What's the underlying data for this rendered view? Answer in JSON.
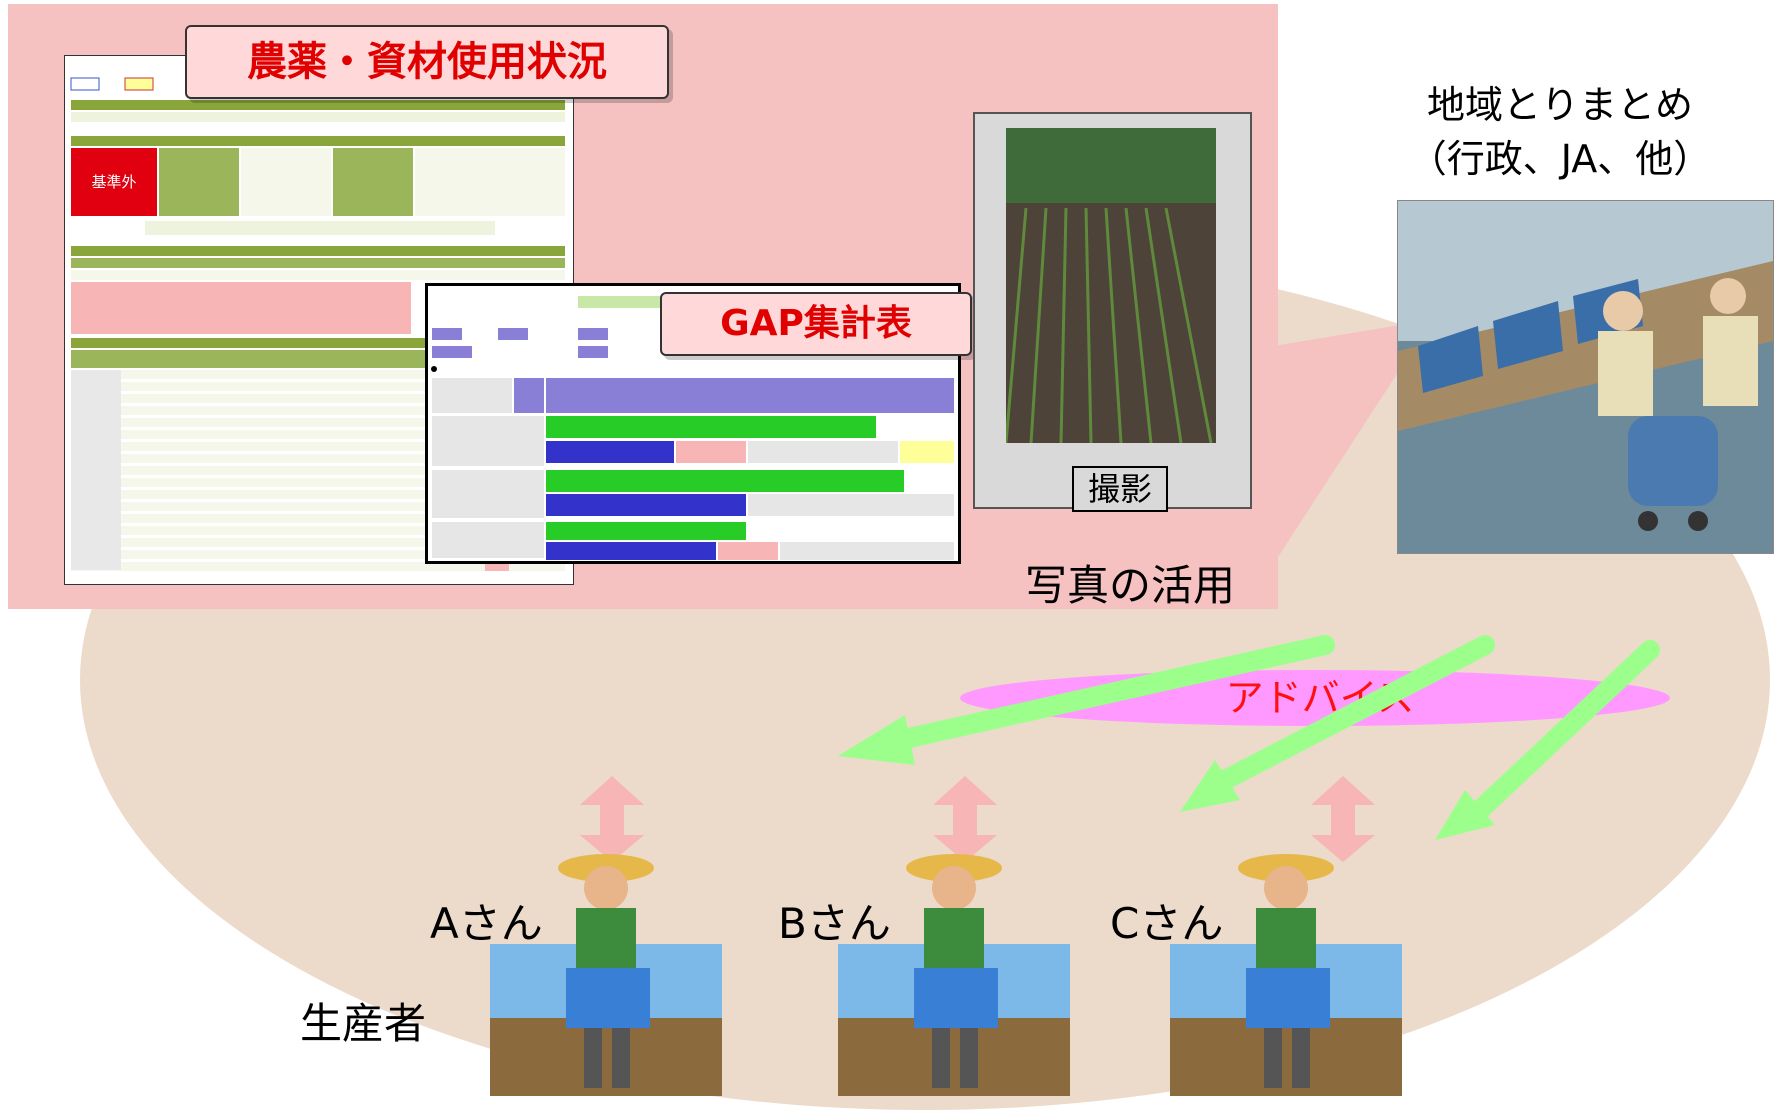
{
  "title_label": "農薬・資材使用状況",
  "gap_label": "GAP集計表",
  "photo_button": "撮影",
  "photo_caption": "写真の活用",
  "region": {
    "line1": "地域とりまとめ",
    "line2": "（行政、JA、他）"
  },
  "advice": "アドバイス",
  "farmers": [
    "Aさん",
    "Bさん",
    "Cさん"
  ],
  "producer_label": "生産者",
  "colors": {
    "pink_panel": "#f5c1c1",
    "ellipse": "#ecdacb",
    "advice_bg": "#ff99ff",
    "label_text": "#e00000",
    "arrow_green": "#9cff8c",
    "arrow_pink": "#f7b5b5"
  }
}
